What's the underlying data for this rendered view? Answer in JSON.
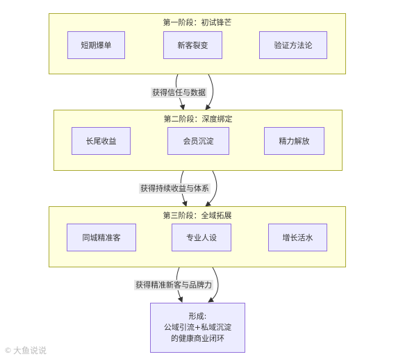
{
  "stages": [
    {
      "title": "第一阶段：初试锋芒",
      "nodes": [
        "短期爆单",
        "新客裂变",
        "验证方法论"
      ]
    },
    {
      "title": "第二阶段：深度绑定",
      "nodes": [
        "长尾收益",
        "会员沉淀",
        "精力解放"
      ]
    },
    {
      "title": "第三阶段：全域拓展",
      "nodes": [
        "同城精准客",
        "专业人设",
        "增长活水"
      ]
    }
  ],
  "edge_labels": [
    "获得信任与数据",
    "获得持续收益与体系",
    "获得精准新客与品牌力"
  ],
  "final": {
    "line1": "形成:",
    "line2": "公域引流+私域沉淀",
    "line3": "的健康商业闭环"
  },
  "watermark": {
    "icon": "©",
    "text": "大鱼说说"
  },
  "colors": {
    "stage_fill": "#ffffde",
    "stage_border": "#aaaa33",
    "node_fill": "#ececff",
    "node_border": "#9370db",
    "label_bg": "#e8e8e8",
    "line": "#333333"
  }
}
